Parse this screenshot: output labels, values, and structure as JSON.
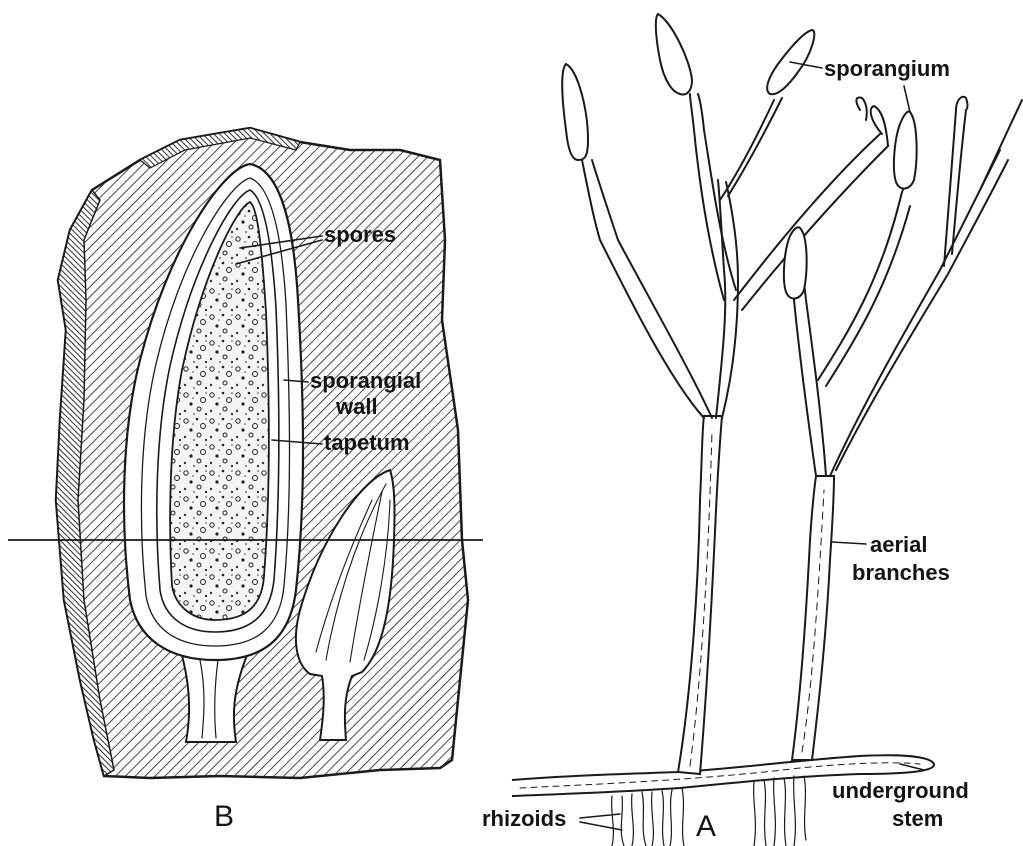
{
  "figure": {
    "panel_b": {
      "letter": "B",
      "labels": {
        "spores": "spores",
        "sporangial_wall_line1": "sporangial",
        "sporangial_wall_line2": "wall",
        "tapetum": "tapetum"
      }
    },
    "panel_a": {
      "letter": "A",
      "labels": {
        "sporangium": "sporangium",
        "aerial_branches_line1": "aerial",
        "aerial_branches_line2": "branches",
        "underground_stem_line1": "underground",
        "underground_stem_line2": "stem",
        "rhizoids": "rhizoids"
      }
    },
    "colors": {
      "ink": "#1a1a1a",
      "paper": "#ffffff",
      "spore_fill": "#f4f4f4"
    }
  }
}
